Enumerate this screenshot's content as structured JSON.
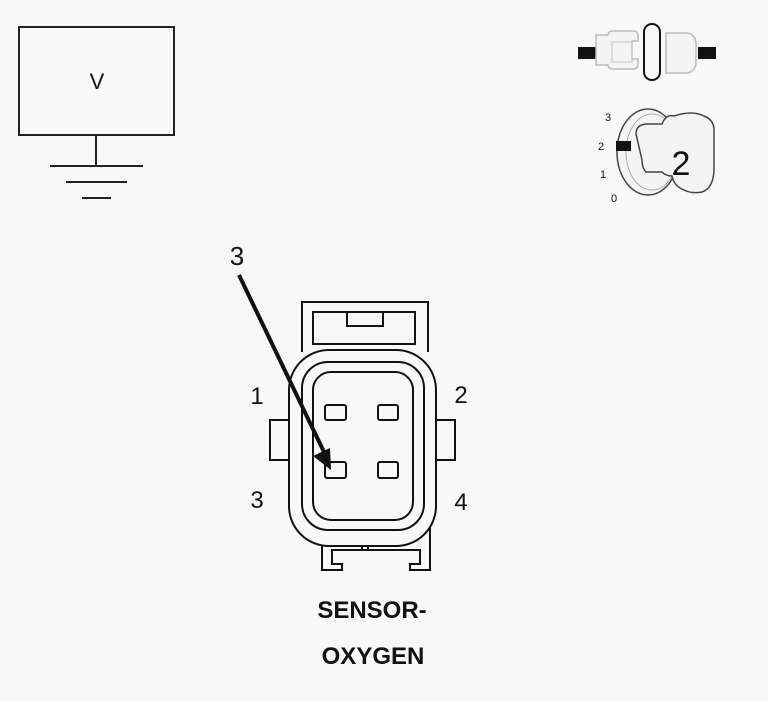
{
  "meter": {
    "symbol": "V"
  },
  "ignition": {
    "positions": [
      "3",
      "2",
      "1",
      "0"
    ],
    "selected": "2"
  },
  "connector": {
    "callout": "3",
    "pins": [
      "1",
      "2",
      "3",
      "4"
    ],
    "title_line1": "SENSOR-",
    "title_line2": "OXYGEN"
  }
}
